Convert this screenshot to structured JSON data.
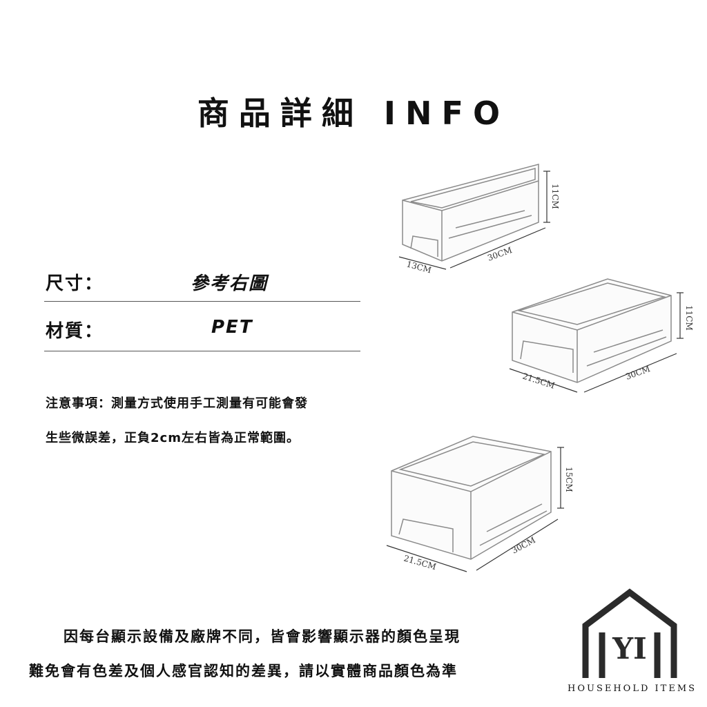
{
  "title": "商品詳細 INFO",
  "specs": [
    {
      "label": "尺寸：",
      "value": "參考右圖"
    },
    {
      "label": "材質：",
      "value": "PET"
    }
  ],
  "note": {
    "line1": "注意事項：測量方式使用手工測量有可能會發",
    "line2": "生些微誤差，正負2cm左右皆為正常範圍。"
  },
  "products": [
    {
      "height": "11CM",
      "length": "30CM",
      "width": "13CM"
    },
    {
      "height": "11CM",
      "length": "30CM",
      "width": "21.5CM"
    },
    {
      "height": "15CM",
      "length": "30CM",
      "width": "21.5CM"
    }
  ],
  "disclaimer": {
    "line1": "因每台顯示設備及廠牌不同，皆會影響顯示器的顏色呈現",
    "line2": "難免會有色差及個人感官認知的差異，請以實體商品顏色為準"
  },
  "brand": {
    "logo_letters": "YI",
    "tagline": "HOUSEHOLD ITEMS"
  }
}
